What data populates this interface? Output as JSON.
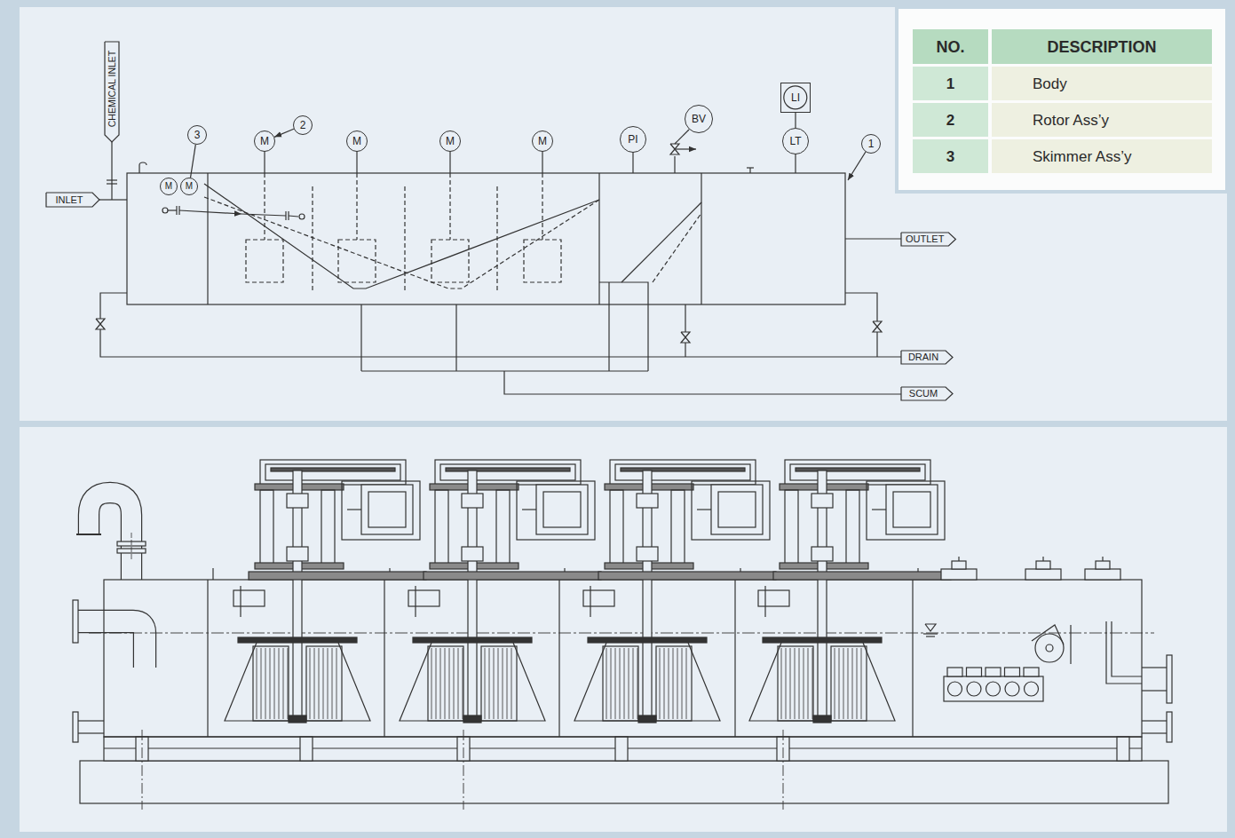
{
  "diagram": {
    "nodes": [
      {
        "text": [
          "CHEMICAL INLET"
        ]
      },
      {
        "text": [
          "3"
        ]
      },
      {
        "text": [
          "M"
        ]
      },
      {
        "text": [
          "2"
        ]
      },
      {
        "text": [
          "M"
        ]
      },
      {
        "text": [
          "M"
        ]
      },
      {
        "text": [
          "M"
        ]
      },
      {
        "text": [
          "PI"
        ]
      },
      {
        "text": [
          "BV"
        ]
      },
      {
        "text": [
          "LI"
        ]
      },
      {
        "text": [
          "LT"
        ]
      },
      {
        "text": [
          "1"
        ]
      },
      {
        "text": [
          "INLET"
        ]
      },
      {
        "text": [
          "M"
        ]
      },
      {
        "text": [
          "M"
        ]
      },
      {
        "text": [
          "OUTLET"
        ]
      },
      {
        "text": [
          "DRAIN"
        ]
      },
      {
        "text": [
          "SCUM"
        ]
      }
    ],
    "edges": [
      {
        "from": 3,
        "to": 2,
        "arrow": "to"
      },
      {
        "from": 1,
        "to": 14,
        "arrow": "none"
      },
      {
        "from": 9,
        "to": 10,
        "arrow": "none"
      }
    ],
    "labels": [
      "NO.",
      "DESCRIPTION",
      "1",
      "Body",
      "2",
      "Rotor Ass’y",
      "3",
      "Skimmer Ass’y"
    ]
  }
}
